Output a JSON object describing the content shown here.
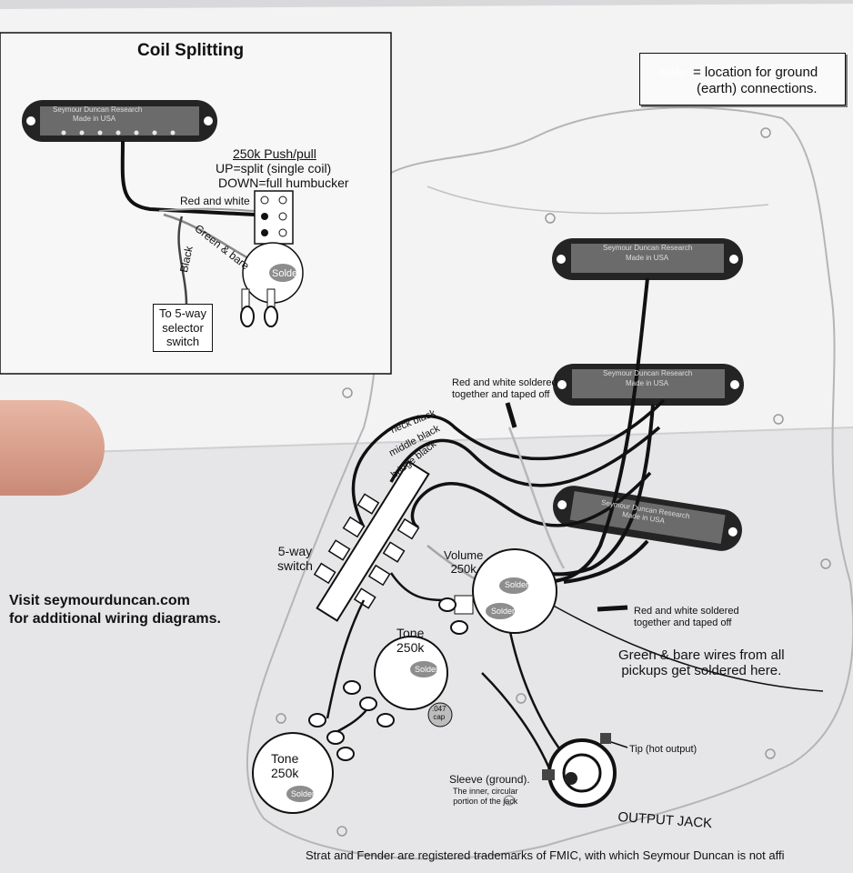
{
  "coil_split": {
    "title": "Coil Splitting",
    "pot_title": "250k Push/pull",
    "up_text": "UP=split (single coil)",
    "down_text": "DOWN=full humbucker",
    "wire_red_white": "Red and white",
    "wire_green_bare": "Green & bare",
    "wire_black": "Black",
    "selector_box": [
      "To 5-way",
      "selector",
      "switch"
    ],
    "solder": "Solder"
  },
  "legend": {
    "solder": "Solder",
    "text": [
      "= location for ground",
      "(earth) connections."
    ]
  },
  "pickup": {
    "brand": "Seymour Duncan Research",
    "made": "Made in USA"
  },
  "labels": {
    "red_white_top": [
      "Red and white soldered",
      "together and taped off"
    ],
    "neck_black": "neck black",
    "middle_black": "middle black",
    "bridge_black": "bridge black",
    "switch": [
      "5-way",
      "switch"
    ],
    "volume": [
      "Volume",
      "250k"
    ],
    "tone1": [
      "Tone",
      "250k"
    ],
    "tone2": [
      "Tone",
      "250k"
    ],
    "cap": [
      ".047",
      "cap"
    ],
    "red_white_bottom": [
      "Red and white soldered",
      "together and taped off"
    ],
    "ground_note": [
      "Green & bare wires from all",
      "pickups get soldered here."
    ],
    "tip": "Tip (hot output)",
    "sleeve_title": "Sleeve (ground).",
    "sleeve_sub": [
      "The inner, circular",
      "portion of the jack"
    ],
    "output_jack": "OUTPUT JACK",
    "solder": "Solder"
  },
  "visit": [
    "Visit seymourduncan.com",
    "for additional wiring diagrams."
  ],
  "trademark": "Strat and Fender are registered trademarks of FMIC, with which Seymour Duncan is not affi"
}
